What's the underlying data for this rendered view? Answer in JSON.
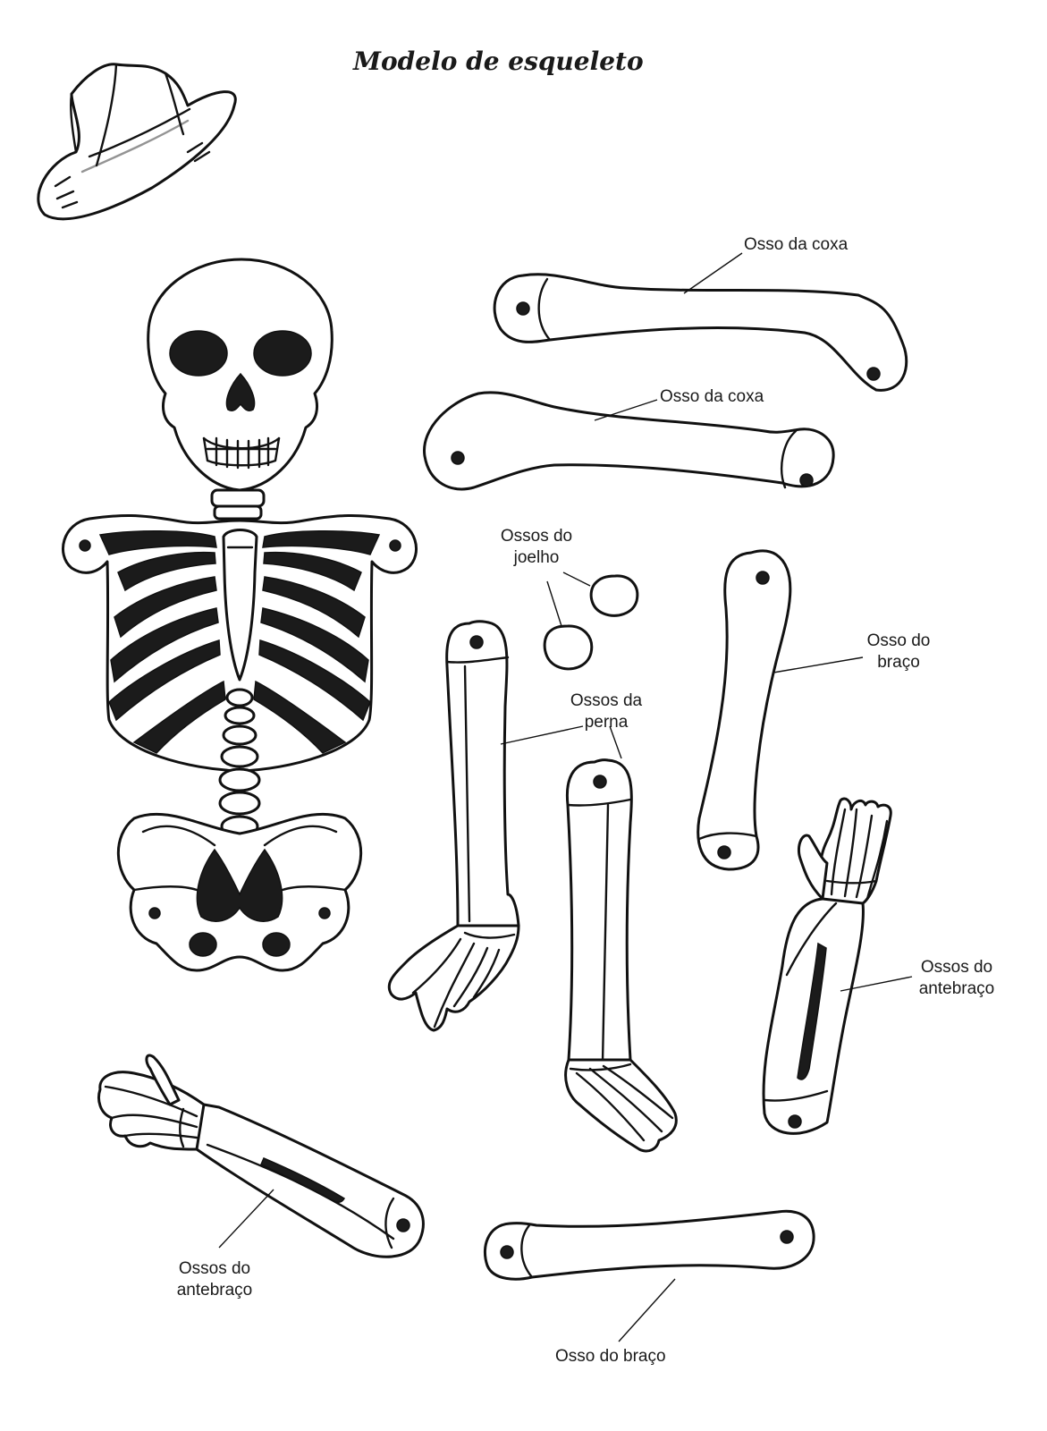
{
  "page": {
    "title": "Modelo de esqueleto"
  },
  "labels": {
    "thigh_top": "Osso da coxa",
    "thigh_second": "Osso da coxa",
    "knee_line1": "Ossos do",
    "knee_line2": "joelho",
    "arm_right_line1": "Osso do",
    "arm_right_line2": "braço",
    "leg_line1": "Ossos da",
    "leg_line2": "perna",
    "forearm_right_line1": "Ossos do",
    "forearm_right_line2": "antebraço",
    "forearm_left_line1": "Ossos do",
    "forearm_left_line2": "antebraço",
    "arm_bottom": "Osso do braço"
  },
  "colors": {
    "ink": "#111111",
    "paper": "#ffffff"
  },
  "icons": {
    "hat": "hat-icon"
  }
}
